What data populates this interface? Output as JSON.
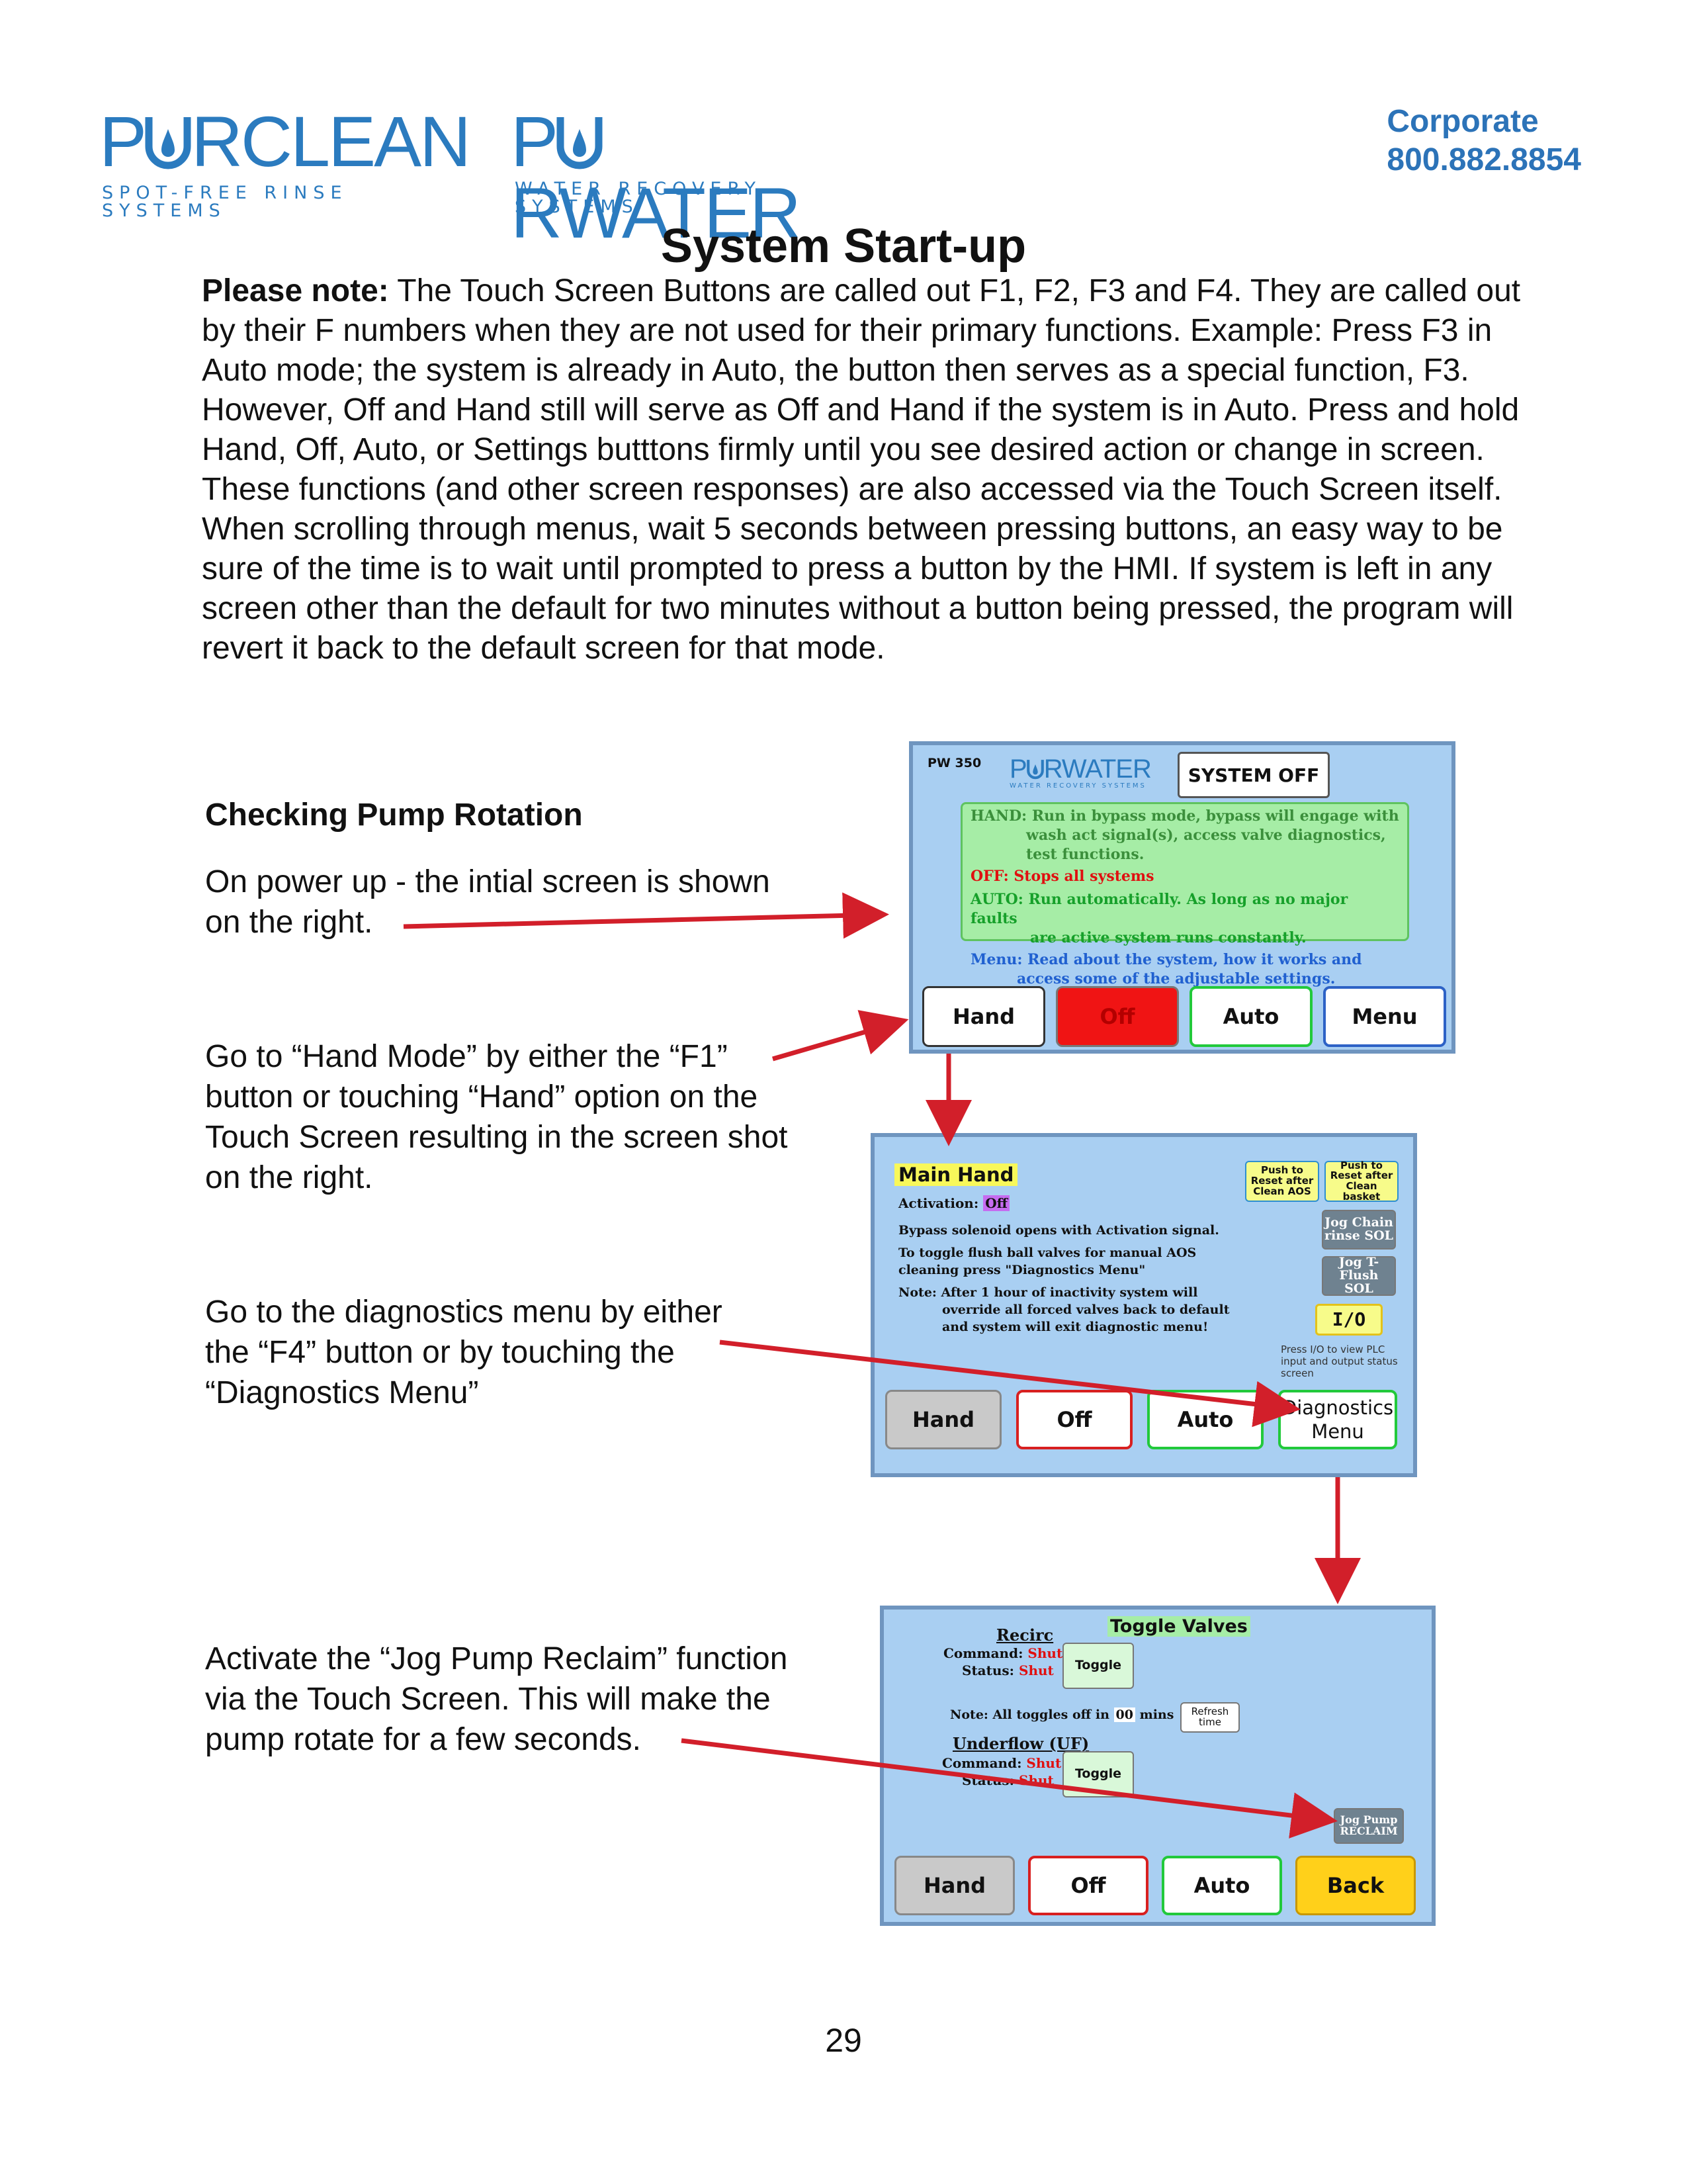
{
  "header": {
    "brand1": {
      "pre": "P",
      "post": "RCLEAN",
      "tagline": "SPOT-FREE RINSE SYSTEMS"
    },
    "brand2": {
      "pre": "P",
      "post": "RWATER",
      "tagline": "WATER RECOVERY SYSTEMS"
    },
    "corporate_label": "Corporate",
    "corporate_phone": "800.882.8854",
    "brand_color": "#2b7bbf"
  },
  "title": "System Start-up",
  "intro": {
    "lead": "Please note:",
    "text": " The Touch Screen Buttons are called out F1, F2, F3 and F4.  They are called out by their F numbers when they are not used for their primary functions.  Example: Press F3 in Auto mode; the system is already in Auto, the button then serves as a special function, F3.  However, Off and Hand still will serve as Off and Hand if the system is in Auto.  Press and hold Hand, Off, Auto, or Settings butttons firmly until you see desired action or change in screen. These functions (and other screen responses) are also accessed via the Touch Screen itself. When scrolling through menus, wait 5 seconds between pressing buttons, an easy way to be sure of the time is to wait until prompted to press a button by the HMI.  If system is left in any screen other than the default for two minutes without a button being pressed, the program will revert it back to the default screen for that mode."
  },
  "section_heading": "Checking Pump Rotation",
  "steps": {
    "s1": [
      "On power up - the intial screen is shown",
      "on the right."
    ],
    "s2": [
      "Go to “Hand Mode” by either the “F1”",
      "button or touching “Hand” option on the",
      "Touch Screen resulting in the screen shot",
      "on the right."
    ],
    "s3": [
      "Go to the diagnostics menu by either",
      "the “F4” button or by touching the",
      "“Diagnostics Menu”"
    ],
    "s4": [
      "Activate the “Jog Pump Reclaim” function",
      "via the Touch Screen. This will make the",
      "pump rotate for a few seconds."
    ]
  },
  "screen1": {
    "model": "PW 350",
    "logo_pre": "P",
    "logo_post": "RWATER",
    "logo_tagline": "WATER RECOVERY SYSTEMS",
    "status": "SYSTEM OFF",
    "hand_label": "HAND:",
    "hand_text": "Run in bypass mode, bypass will engage with",
    "hand_text2": "wash act signal(s), access valve diagnostics,",
    "hand_text3": "test functions.",
    "off_text": "OFF: Stops all systems",
    "auto_label": "AUTO:",
    "auto_text": "Run automatically. As long as no major faults",
    "auto_text2": "are active system runs constantly.",
    "menu_label": "Menu:",
    "menu_text": "Read about the system, how it works and",
    "menu_text2": "access some of the adjustable settings.",
    "buttons": [
      "Hand",
      "Off",
      "Auto",
      "Menu"
    ]
  },
  "screen2": {
    "title": "Main Hand",
    "activation_label": "Activation:",
    "activation_value": "Off",
    "line1": "Bypass solenoid opens with Activation signal.",
    "line2": "To toggle flush ball valves for manual AOS",
    "line3": "cleaning press \"Diagnostics Menu\"",
    "note1": "Note: After 1 hour of inactivity system will",
    "note2": "override all forced valves back to default",
    "note3": "and system will exit diagnostic menu!",
    "push_aos": "Push to Reset after Clean AOS",
    "push_basket": "Push to Reset after Clean basket",
    "jog_chain": "Jog Chain rinse SOL",
    "jog_tflush": "Jog T-Flush SOL",
    "io": "I/O",
    "io_hint": "Press I/O to view PLC input and output status screen",
    "buttons": [
      "Hand",
      "Off",
      "Auto"
    ],
    "diag_line1": "Diagnostics",
    "diag_line2": "Menu"
  },
  "screen3": {
    "title": "Toggle Valves",
    "recirc": "Recirc",
    "command_label": "Command:",
    "command_value": "Shut",
    "status_label": "Status:",
    "status_value": "Shut",
    "toggle": "Toggle",
    "note_prefix": "Note: All toggles off in",
    "note_value": "00",
    "note_suffix": "mins",
    "refresh": "Refresh time",
    "underflow": "Underflow (UF)",
    "command2_label": "Command:",
    "command2_value": "Shut",
    "status2_label": "Status:",
    "status2_value": "Shut",
    "toggle2": "Toggle",
    "jog_pump": "Jog Pump RECLAIM",
    "buttons": [
      "Hand",
      "Off",
      "Auto",
      "Back"
    ]
  },
  "page_number": "29"
}
